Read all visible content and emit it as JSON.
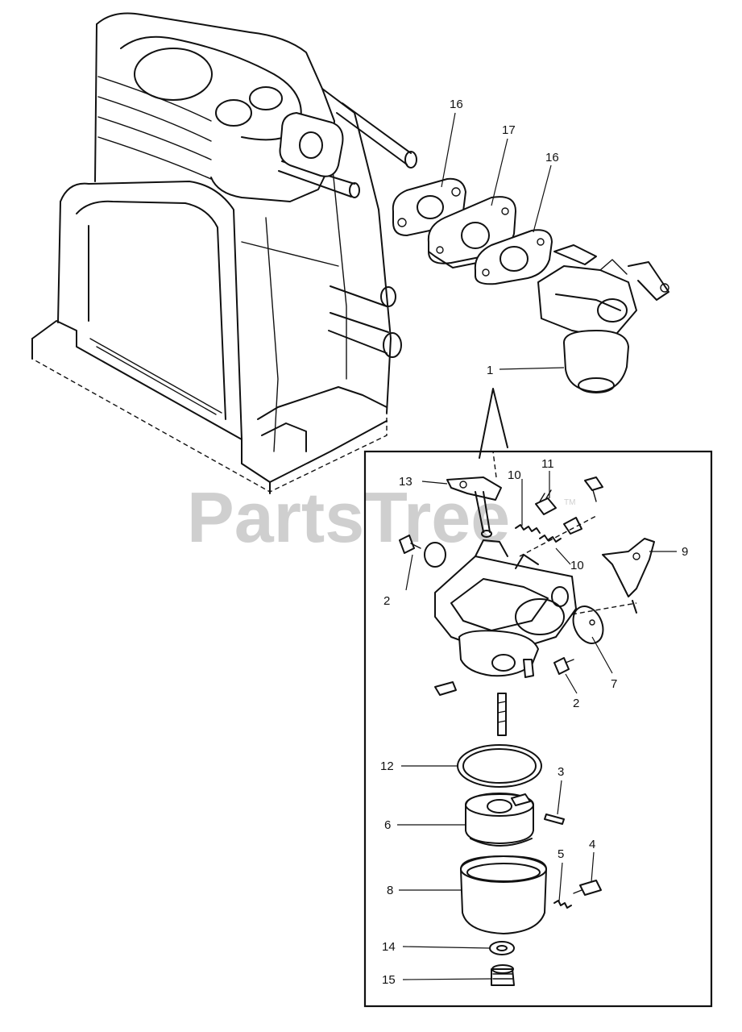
{
  "watermark": {
    "text": "PartsTree",
    "mark": "TM"
  },
  "callouts": {
    "c1": "1",
    "c2a": "2",
    "c2b": "2",
    "c3": "3",
    "c4": "4",
    "c5": "5",
    "c6": "6",
    "c7": "7",
    "c8": "8",
    "c9": "9",
    "c10a": "10",
    "c10b": "10",
    "c11": "11",
    "c12": "12",
    "c13": "13",
    "c14": "14",
    "c15": "15",
    "c16a": "16",
    "c16b": "16",
    "c17": "17"
  }
}
